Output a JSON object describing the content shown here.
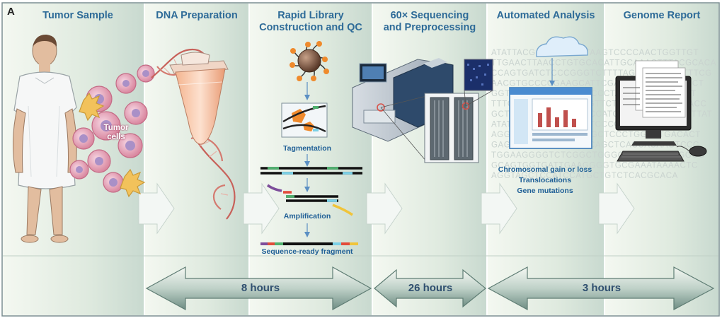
{
  "panel_label": "A",
  "columns": [
    {
      "title": "Tumor Sample"
    },
    {
      "title": "DNA Preparation"
    },
    {
      "title": "Rapid Library\nConstruction and QC"
    },
    {
      "title": "60× Sequencing\nand Preprocessing"
    },
    {
      "title": "Automated Analysis"
    },
    {
      "title": "Genome Report"
    }
  ],
  "tumor_label": "Tumor\ncells",
  "library_steps": {
    "tagmentation": "Tagmentation",
    "amplification": "Amplification",
    "fragment": "Sequence-ready fragment"
  },
  "analysis_results": [
    "Chromosomal gain or loss",
    "Translocations",
    "Gene mutations"
  ],
  "durations": [
    "8 hours",
    "26 hours",
    "3 hours"
  ],
  "dna_background_rows": [
    "ATATTACGCTCGCCGATAAGTCCCCAACTGGTTGT",
    "TTGAACTTAACCTGTGCACATTGCAAAGTTTACGCACA",
    "CCAGTGATCTCCCGGGTCTTTTAGCGATATGGTTTCG",
    "AACGTGCCCCGAAGCATTCGATCCTTGCGCAACCT",
    "GGTCATAAGGTCATTCTCCCTATAGCTCCTCACAT",
    "TTTGAAGTTGAGGACCGTTCTCTTCTCCATCGAACC",
    "GCTCCACCCTGACTCCCCATCCCTCCAACTGTCTTAT",
    "ATATCCCTGCCTTTAAGTCCCCAACTGGTTGT",
    "AGGATCTTGATCTTCAAGCTCCCTGGTCTGACACT",
    "GAGAAATATCCGGGGCCAGCTCACCACAAGTCCC",
    "TGGAAGGGGTCTCGGCTGGGGCCATTGCTGGGCG",
    "GCAGTGGTGATTGAAGGGGTGCGAAATAAAACTC",
    "AGGTAGCTCCATCCATGCTGTCTCACGCACA"
  ]
}
